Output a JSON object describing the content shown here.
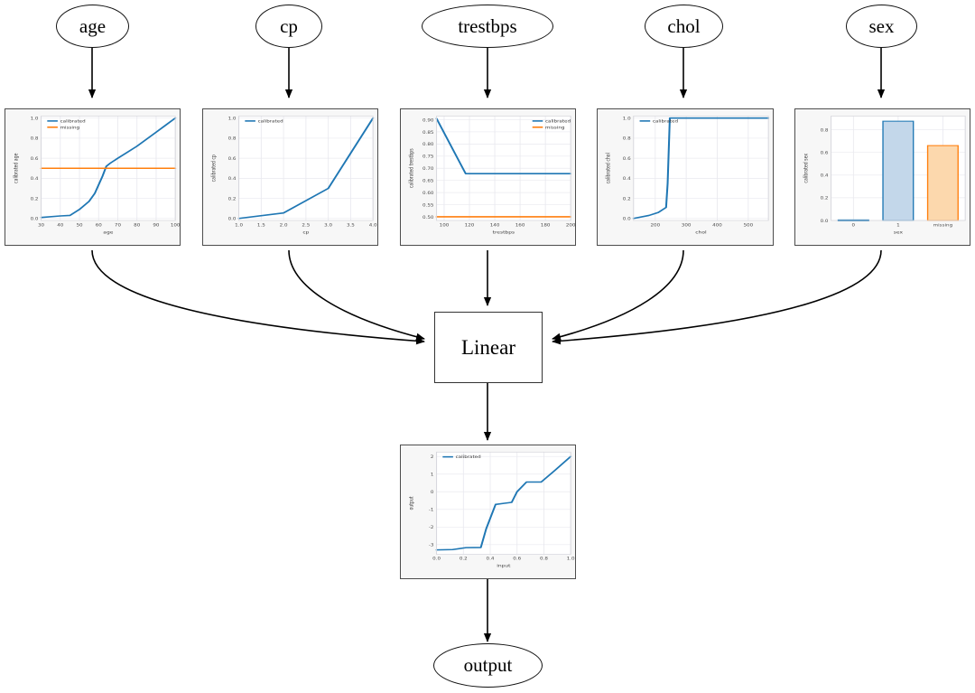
{
  "graph": {
    "input_nodes": [
      {
        "id": "age",
        "label": "age"
      },
      {
        "id": "cp",
        "label": "cp"
      },
      {
        "id": "trestbps",
        "label": "trestbps"
      },
      {
        "id": "chol",
        "label": "chol"
      },
      {
        "id": "sex",
        "label": "sex"
      }
    ],
    "linear_node": {
      "id": "linear",
      "label": "Linear"
    },
    "output_node": {
      "id": "output",
      "label": "output"
    }
  },
  "colors": {
    "calibrated": "#1f77b4",
    "missing": "#ff7f0e",
    "bar_blue_fill": "#c3d7ea",
    "bar_orange_fill": "#fcd8ad",
    "panel_border": "#4d4d4d",
    "panel_bg": "#f7f7f7",
    "grid": "#e9e9ef",
    "edge": "#000000"
  },
  "legend_labels": {
    "calibrated": "calibrated",
    "missing": "missing"
  },
  "chart_data": [
    {
      "id": "age",
      "type": "line",
      "title": "",
      "xlabel": "age",
      "ylabel": "calibrated age",
      "xlim": [
        30,
        100
      ],
      "ylim": [
        -0.02,
        1.02
      ],
      "xticks": [
        30,
        40,
        50,
        60,
        70,
        80,
        90,
        100
      ],
      "yticks": [
        0.0,
        0.2,
        0.4,
        0.6,
        0.8,
        1.0
      ],
      "grid": true,
      "legend": [
        "calibrated",
        "missing"
      ],
      "legend_position": "upper left",
      "series": [
        {
          "name": "calibrated",
          "color": "#1f77b4",
          "x": [
            30,
            40,
            45,
            50,
            55,
            58,
            62,
            64,
            66,
            70,
            75,
            80,
            85,
            90,
            95,
            100
          ],
          "y": [
            0.01,
            0.025,
            0.03,
            0.09,
            0.17,
            0.25,
            0.42,
            0.52,
            0.55,
            0.6,
            0.66,
            0.72,
            0.79,
            0.86,
            0.93,
            1.0
          ]
        },
        {
          "name": "missing",
          "color": "#ff7f0e",
          "x": [
            30,
            100
          ],
          "y": [
            0.5,
            0.5
          ]
        }
      ]
    },
    {
      "id": "cp",
      "type": "line",
      "title": "",
      "xlabel": "cp",
      "ylabel": "calibrated cp",
      "xlim": [
        1.0,
        4.0
      ],
      "ylim": [
        -0.02,
        1.02
      ],
      "xticks": [
        1.0,
        1.5,
        2.0,
        2.5,
        3.0,
        3.5,
        4.0
      ],
      "yticks": [
        0.0,
        0.2,
        0.4,
        0.6,
        0.8,
        1.0
      ],
      "grid": true,
      "legend": [
        "calibrated"
      ],
      "legend_position": "upper left",
      "series": [
        {
          "name": "calibrated",
          "color": "#1f77b4",
          "x": [
            1.0,
            2.0,
            3.0,
            4.0
          ],
          "y": [
            0.0,
            0.055,
            0.3,
            1.0
          ]
        }
      ]
    },
    {
      "id": "trestbps",
      "type": "line",
      "title": "",
      "xlabel": "trestbps",
      "ylabel": "calibrated trestbps",
      "xlim": [
        94,
        200
      ],
      "ylim": [
        0.485,
        0.915
      ],
      "xticks": [
        100,
        120,
        140,
        160,
        180,
        200
      ],
      "yticks": [
        0.5,
        0.55,
        0.6,
        0.65,
        0.7,
        0.75,
        0.8,
        0.85,
        0.9
      ],
      "grid": true,
      "legend": [
        "calibrated",
        "missing"
      ],
      "legend_position": "upper right",
      "series": [
        {
          "name": "calibrated",
          "color": "#1f77b4",
          "x": [
            94,
            117,
            200
          ],
          "y": [
            0.905,
            0.678,
            0.678
          ]
        },
        {
          "name": "missing",
          "color": "#ff7f0e",
          "x": [
            94,
            200
          ],
          "y": [
            0.5,
            0.5
          ]
        }
      ]
    },
    {
      "id": "chol",
      "type": "line",
      "title": "",
      "xlabel": "chol",
      "ylabel": "calibrated chol",
      "xlim": [
        130,
        565
      ],
      "ylim": [
        -0.02,
        1.02
      ],
      "xticks": [
        200,
        300,
        400,
        500
      ],
      "yticks": [
        0.0,
        0.2,
        0.4,
        0.6,
        0.8,
        1.0
      ],
      "grid": true,
      "legend": [
        "calibrated"
      ],
      "legend_position": "upper left",
      "series": [
        {
          "name": "calibrated",
          "color": "#1f77b4",
          "x": [
            130,
            180,
            210,
            235,
            240,
            247,
            300,
            400,
            500,
            565
          ],
          "y": [
            0.0,
            0.03,
            0.06,
            0.11,
            0.35,
            1.0,
            1.0,
            1.0,
            1.0,
            1.0
          ]
        }
      ]
    },
    {
      "id": "sex",
      "type": "bar",
      "title": "",
      "xlabel": "sex",
      "ylabel": "calibrated sex",
      "categories": [
        "0",
        "1",
        "missing"
      ],
      "values": [
        0.005,
        0.875,
        0.66
      ],
      "bar_colors": [
        "#1f77b4",
        "#1f77b4",
        "#ff7f0e"
      ],
      "ylim": [
        0,
        0.92
      ],
      "yticks": [
        0.0,
        0.2,
        0.4,
        0.6,
        0.8
      ],
      "grid": true,
      "legend": []
    },
    {
      "id": "output",
      "type": "line",
      "title": "",
      "xlabel": "input",
      "ylabel": "output",
      "xlim": [
        0.0,
        1.0
      ],
      "ylim": [
        -3.55,
        2.25
      ],
      "xticks": [
        0.0,
        0.2,
        0.4,
        0.6,
        0.8,
        1.0
      ],
      "yticks": [
        -3,
        -2,
        -1,
        0,
        1,
        2
      ],
      "grid": true,
      "legend": [
        "calibrated"
      ],
      "legend_position": "upper left",
      "series": [
        {
          "name": "calibrated",
          "color": "#1f77b4",
          "x": [
            0.0,
            0.12,
            0.22,
            0.33,
            0.37,
            0.44,
            0.5,
            0.56,
            0.6,
            0.67,
            0.78,
            0.88,
            1.0
          ],
          "y": [
            -3.3,
            -3.28,
            -3.17,
            -3.16,
            -2.1,
            -0.72,
            -0.66,
            -0.6,
            0.0,
            0.55,
            0.55,
            1.2,
            2.0
          ]
        }
      ]
    }
  ]
}
